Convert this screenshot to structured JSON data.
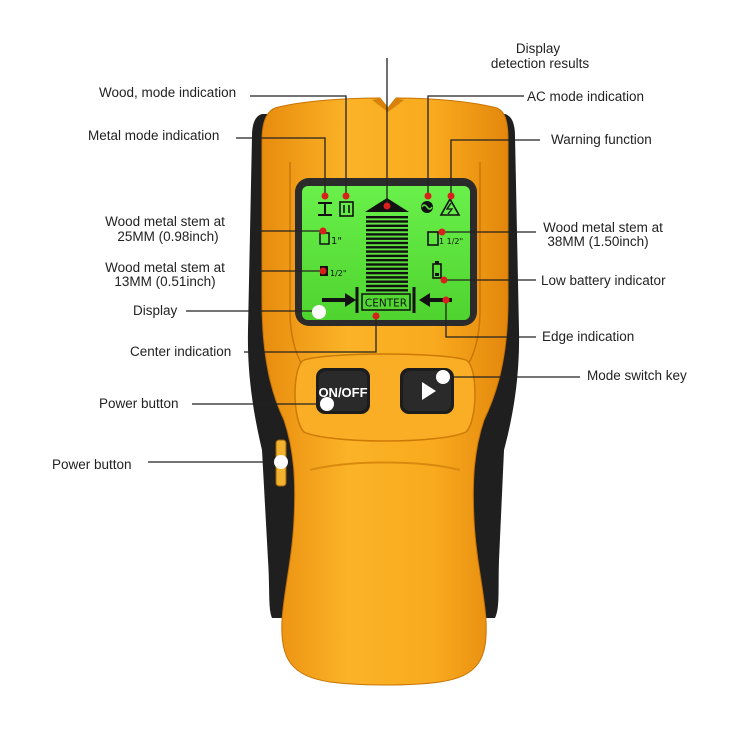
{
  "labels": {
    "display_results": [
      "Display",
      "detection results"
    ],
    "wood_mode": "Wood, mode indication",
    "ac_mode": "AC mode indication",
    "metal_mode": "Metal mode indication",
    "warning": "Warning function",
    "stem_25": [
      "Wood metal stem at",
      "25MM (0.98inch)"
    ],
    "stem_38": [
      "Wood metal stem at",
      "38MM (1.50inch)"
    ],
    "stem_13": [
      "Wood metal stem at",
      "13MM (0.51inch)"
    ],
    "low_battery": "Low battery indicator",
    "display": "Display",
    "edge": "Edge indication",
    "center": "Center indication",
    "mode_switch": "Mode switch key",
    "power_button": "Power button",
    "power_button_side": "Power button"
  },
  "lcd": {
    "center_text": "CENTER",
    "mark_1in": "1\"",
    "mark_half": "1/2\"",
    "mark_1half": "1 1/2\""
  },
  "buttons": {
    "onoff": "ON/OFF"
  },
  "colors": {
    "body_orange": "#F7A51C",
    "shell_dark": "#1E1E1E",
    "lcd_green": "#59E03A",
    "marker_red": "#D8201C",
    "leader_line": "#222222"
  }
}
